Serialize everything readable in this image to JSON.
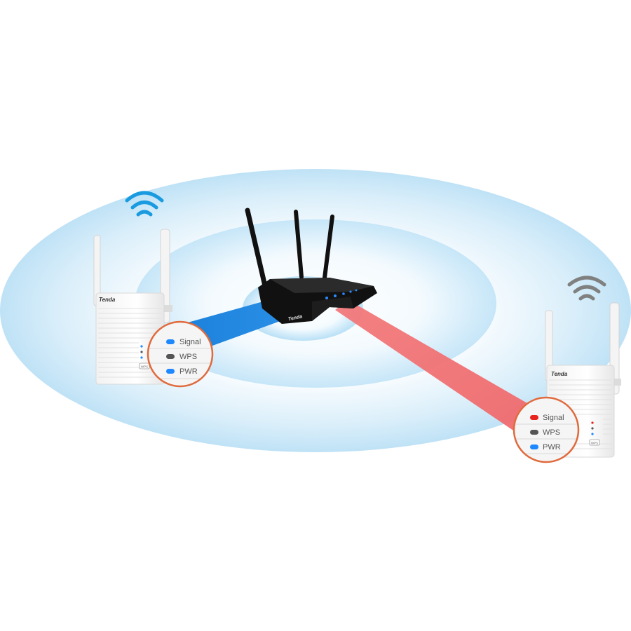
{
  "colors": {
    "background": "#ffffff",
    "coverage_outer": "#c9e6f7",
    "coverage_light": "#eef8fe",
    "link_good": "#1a7fd9",
    "link_weak": "#f0787a",
    "led_blue": "#1e88ff",
    "led_red": "#e8231e",
    "led_gray": "#555555",
    "callout_border": "#e06a3c",
    "wifi_strong": "#1a9be0",
    "wifi_weak": "#808080",
    "router_body": "#111111"
  },
  "router": {
    "brand": "Tenda"
  },
  "extender_left": {
    "brand": "Tenda",
    "wps_button": "WPS",
    "signal_state": "blue",
    "led_labels": {
      "signal": "Signal",
      "wps": "WPS",
      "pwr": "PWR"
    }
  },
  "extender_right": {
    "brand": "Tenda",
    "wps_button": "WPS",
    "signal_state": "red",
    "led_labels": {
      "signal": "Signal",
      "wps": "WPS",
      "pwr": "PWR"
    }
  }
}
